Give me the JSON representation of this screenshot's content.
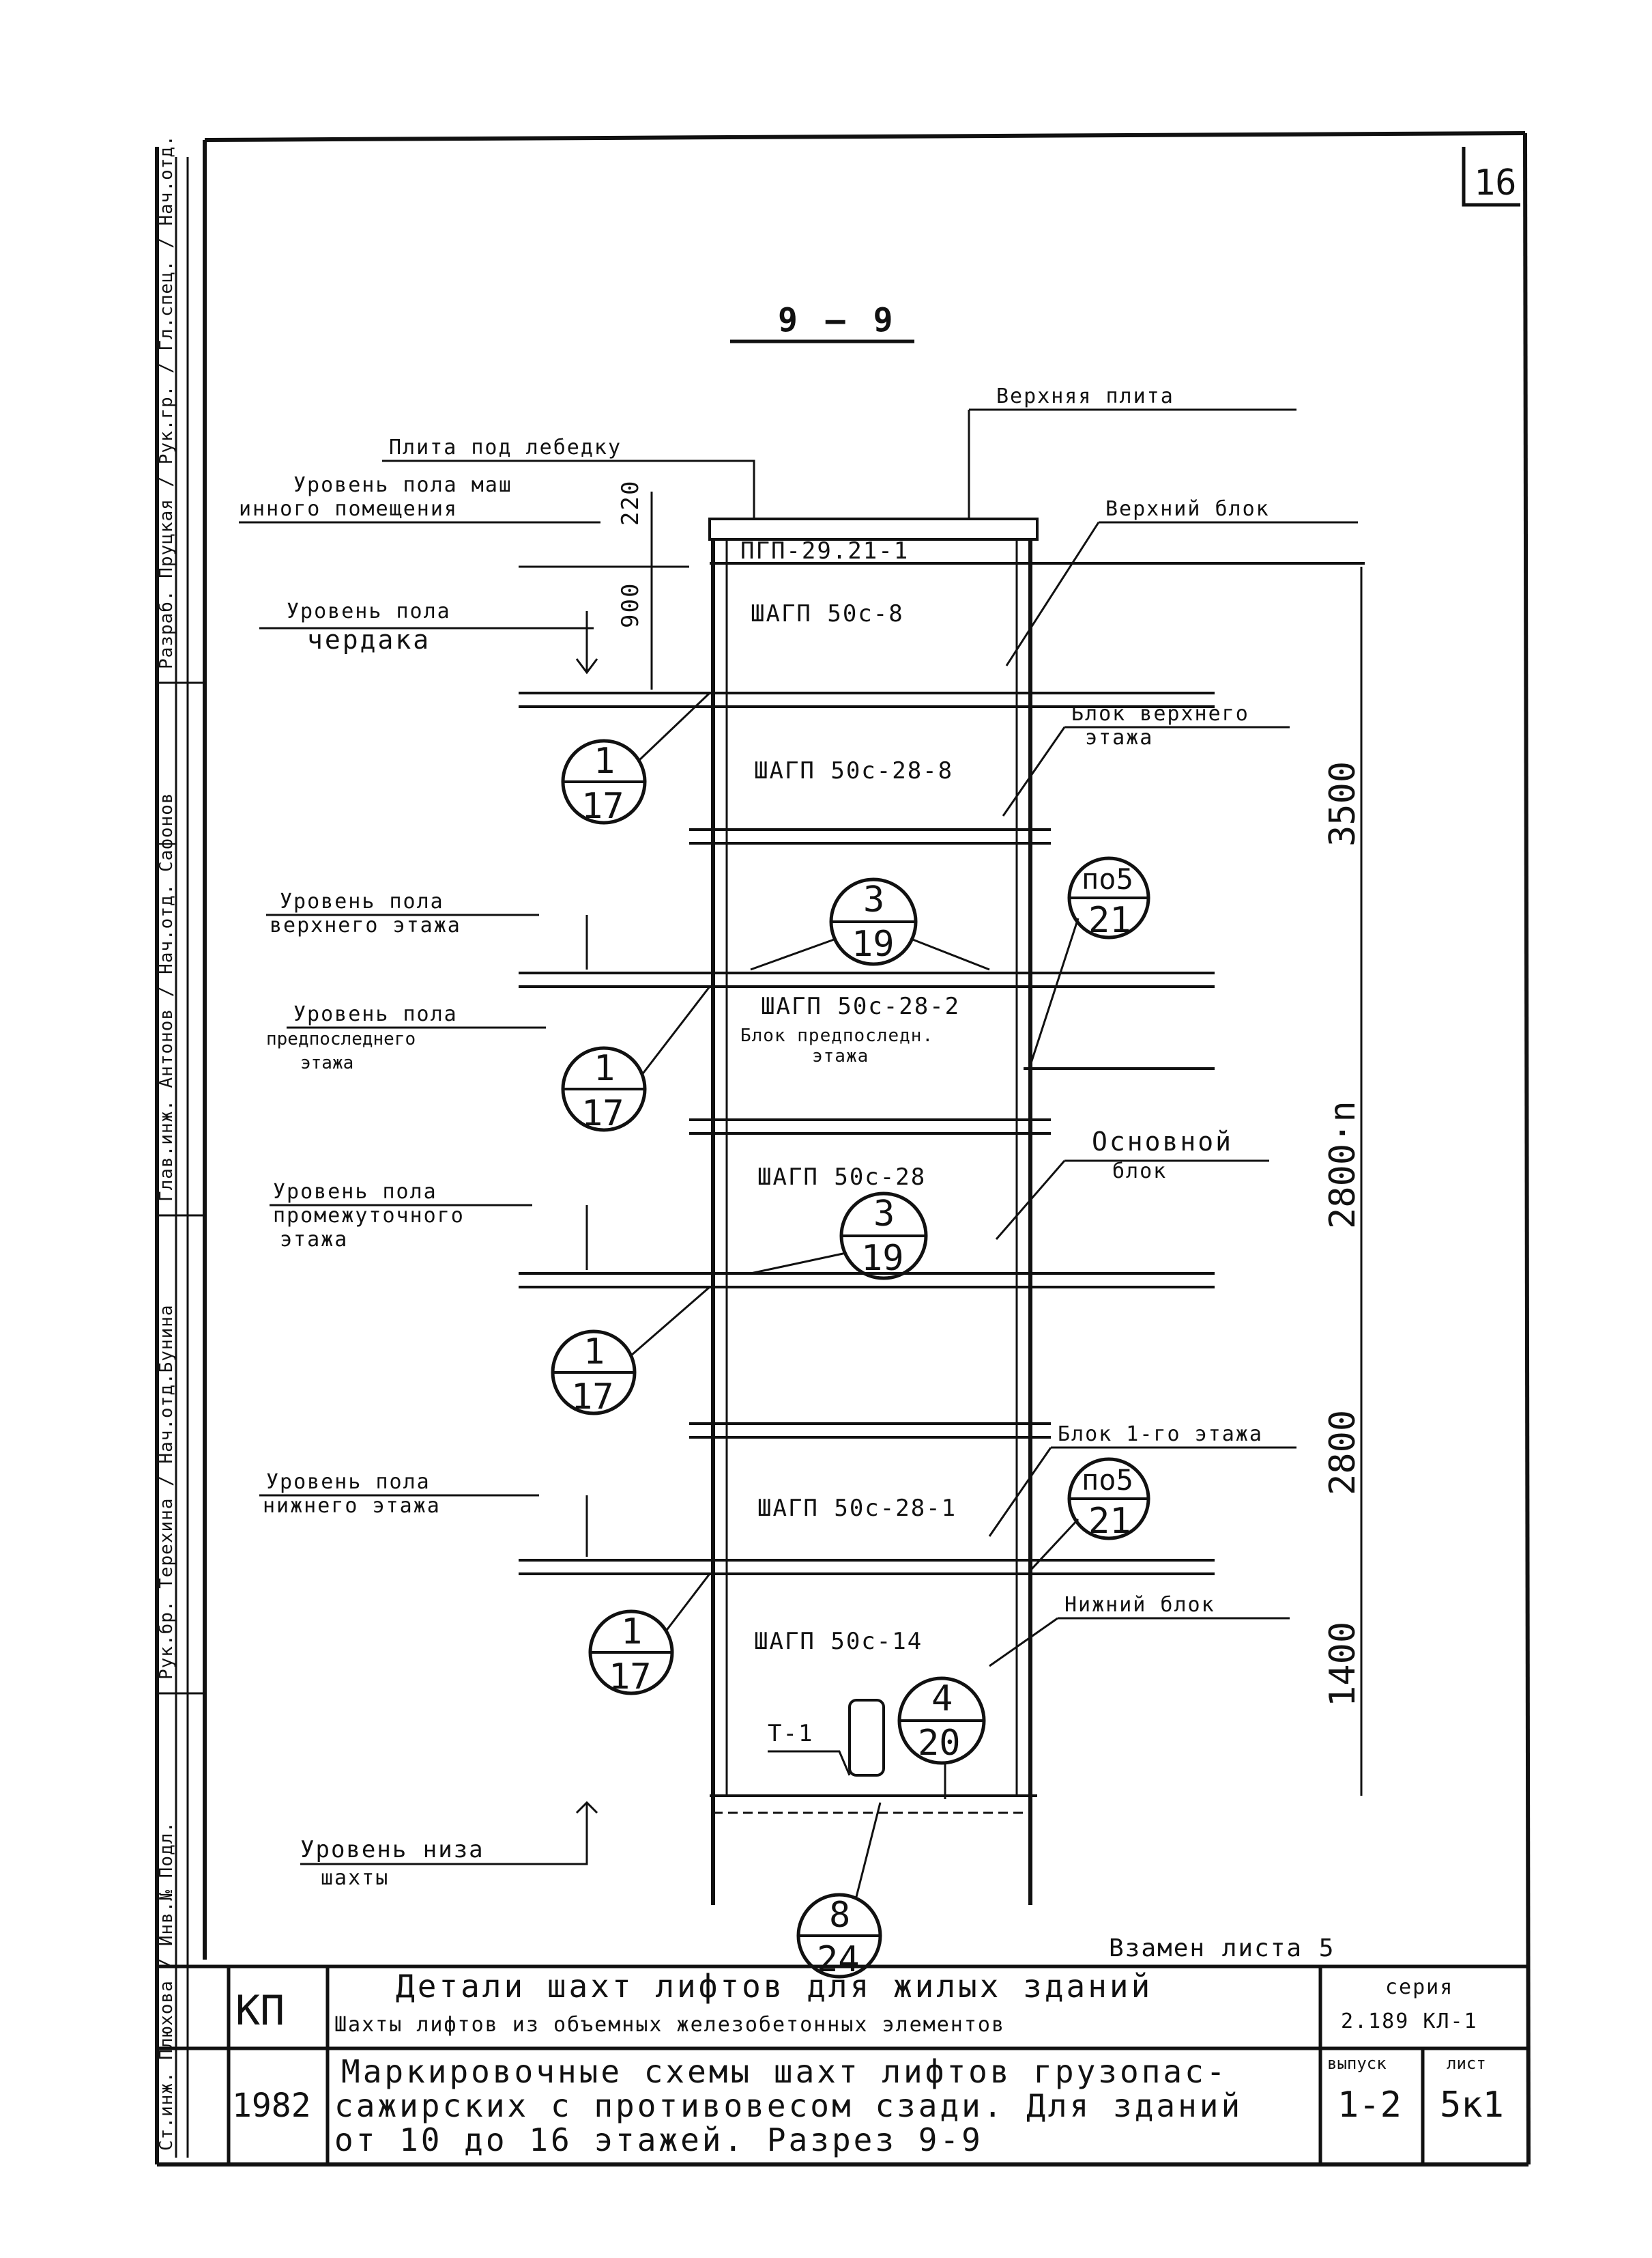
{
  "sheet_number": "16",
  "section_title": "9 — 9",
  "top_labels": {
    "upper_slab": "Верхняя плита",
    "slab_under_winch": "Плита под лебедку",
    "machine_room_floor": [
      "Уровень пола маш",
      "инного помещения"
    ],
    "upper_block": "Верхний блок",
    "attic_floor": [
      "Уровень пола",
      "чердака"
    ]
  },
  "blocks": [
    {
      "code": "ПГП-29.21-1"
    },
    {
      "code": "ШАГП 50с-8"
    },
    {
      "code": "ШАГП 50с-28-8"
    },
    {
      "code": "ШАГП 50с-28-2"
    },
    {
      "code": "ШАГП 50с-28"
    },
    {
      "code": "ШАГП 50с-28-1"
    },
    {
      "code": "ШАГП 50с-14"
    }
  ],
  "block_labels": {
    "top_floor_block": [
      "Блок верхнего",
      "этажа"
    ],
    "penultimate_block": [
      "Блок предпоследн.",
      "этажа"
    ],
    "main_block": [
      "Основной",
      "блок"
    ],
    "first_floor_block": "Блок 1-го этажа",
    "lower_block": "Нижний блок"
  },
  "floor_levels": [
    [
      "Уровень пола",
      "верхнего этажа"
    ],
    [
      "Уровень пола",
      "предпоследнего",
      "этажа"
    ],
    [
      "Уровень пола",
      "промежуточного",
      "этажа"
    ],
    [
      "Уровень пола",
      "нижнего этажа"
    ],
    [
      "Уровень низа",
      "шахты"
    ]
  ],
  "callouts": [
    {
      "top": "1",
      "bottom": "17"
    },
    {
      "top": "3",
      "bottom": "19"
    },
    {
      "top": "по5",
      "bottom": "21"
    },
    {
      "top": "1",
      "bottom": "17"
    },
    {
      "top": "3",
      "bottom": "19"
    },
    {
      "top": "1",
      "bottom": "17"
    },
    {
      "top": "по5",
      "bottom": "21"
    },
    {
      "top": "1",
      "bottom": "17"
    },
    {
      "top": "4",
      "bottom": "20"
    },
    {
      "top": "8",
      "bottom": "24"
    }
  ],
  "dimensions": {
    "d220": "220",
    "d900": "900",
    "d3500": "3500",
    "d2800n": "2800·n",
    "d2800": "2800",
    "d1400": "1400"
  },
  "tag_t1": "Т-1",
  "note_replaces": "Взамен листа 5",
  "title_block": {
    "code": "КП",
    "year": "1982",
    "title1": [
      "Детали шахт лифтов для жилых зданий",
      "Шахты лифтов из объемных железобетонных элементов"
    ],
    "title2": [
      "Маркировочные схемы шахт лифтов грузопас-",
      "сажирских с противовесом сзади. Для зданий",
      "от 10 до 16 этажей. Разрез 9-9"
    ],
    "series_label": "серия",
    "series_value": "2.189 КЛ-1",
    "issue_label": "выпуск",
    "issue_value": "1-2",
    "sheet_label": "лист",
    "sheet_value": "5к1"
  },
  "side_stamps": [
    "Разраб. Пруцкая / Рук.гр. / Гл.спец. / Нач.отд.",
    "Глав.инж. Антонов / Нач.отд. Сафонов",
    "Рук.бр. Терехина / Нач.отд.Бунина",
    "Ст.инж. Плюхова / Инв.№ Подл."
  ]
}
